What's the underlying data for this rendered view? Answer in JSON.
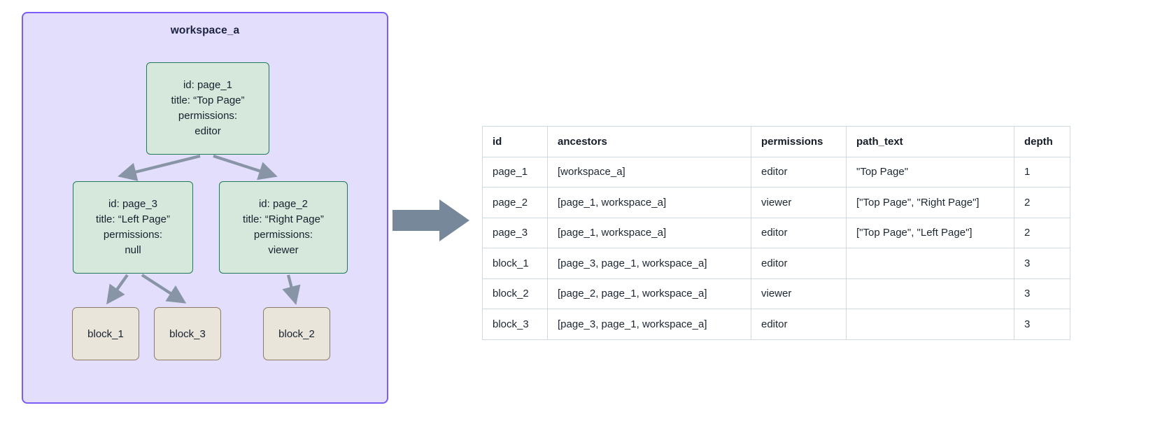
{
  "workspace": {
    "title": "workspace_a",
    "border_color": "#7c5cf5",
    "fill_color": "#e2defc",
    "nodes": [
      {
        "key": "page_1",
        "lines": [
          "id: page_1",
          "title: “Top Page”",
          "permissions:",
          "editor"
        ],
        "id": "page_1",
        "title": "“Top Page”",
        "permissions": "editor"
      },
      {
        "key": "page_3",
        "lines": [
          "id: page_3",
          "title: “Left Page”",
          "permissions:",
          "null"
        ],
        "id": "page_3",
        "title": "“Left Page”",
        "permissions": "null"
      },
      {
        "key": "page_2",
        "lines": [
          "id: page_2",
          "title: “Right Page”",
          "permissions:",
          "viewer"
        ],
        "id": "page_2",
        "title": "“Right Page”",
        "permissions": "viewer"
      }
    ],
    "blocks": [
      {
        "key": "block_1",
        "label": "block_1"
      },
      {
        "key": "block_3",
        "label": "block_3"
      },
      {
        "key": "block_2",
        "label": "block_2"
      }
    ],
    "edges": [
      {
        "from": "page_1",
        "to": "page_3"
      },
      {
        "from": "page_1",
        "to": "page_2"
      },
      {
        "from": "page_3",
        "to": "block_1"
      },
      {
        "from": "page_3",
        "to": "block_3"
      },
      {
        "from": "page_2",
        "to": "block_2"
      }
    ],
    "node_fill_color": "#d6e8dc",
    "node_border_color": "#1f7a56",
    "block_fill_color": "#eae5da",
    "block_border_color": "#8c7a64",
    "edge_color": "#8795a6"
  },
  "transition_arrow": {
    "name": "right-arrow",
    "color": "#76889a"
  },
  "table": {
    "columns": [
      "id",
      "ancestors",
      "permissions",
      "path_text",
      "depth"
    ],
    "rows": [
      {
        "id": "page_1",
        "ancestors": "[workspace_a]",
        "permissions": "editor",
        "path_text": "\"Top Page\"",
        "depth": "1"
      },
      {
        "id": "page_2",
        "ancestors": "[page_1, workspace_a]",
        "permissions": "viewer",
        "path_text": "[\"Top Page\", \"Right Page\"]",
        "depth": "2"
      },
      {
        "id": "page_3",
        "ancestors": "[page_1, workspace_a]",
        "permissions": "editor",
        "path_text": "[\"Top Page\", \"Left Page\"]",
        "depth": "2"
      },
      {
        "id": "block_1",
        "ancestors": "[page_3, page_1, workspace_a]",
        "permissions": "editor",
        "path_text": "",
        "depth": "3"
      },
      {
        "id": "block_2",
        "ancestors": "[page_2, page_1, workspace_a]",
        "permissions": "viewer",
        "path_text": "",
        "depth": "3"
      },
      {
        "id": "block_3",
        "ancestors": "[page_3, page_1, workspace_a]",
        "permissions": "editor",
        "path_text": "",
        "depth": "3"
      }
    ],
    "border_color": "#cfd9e0"
  }
}
